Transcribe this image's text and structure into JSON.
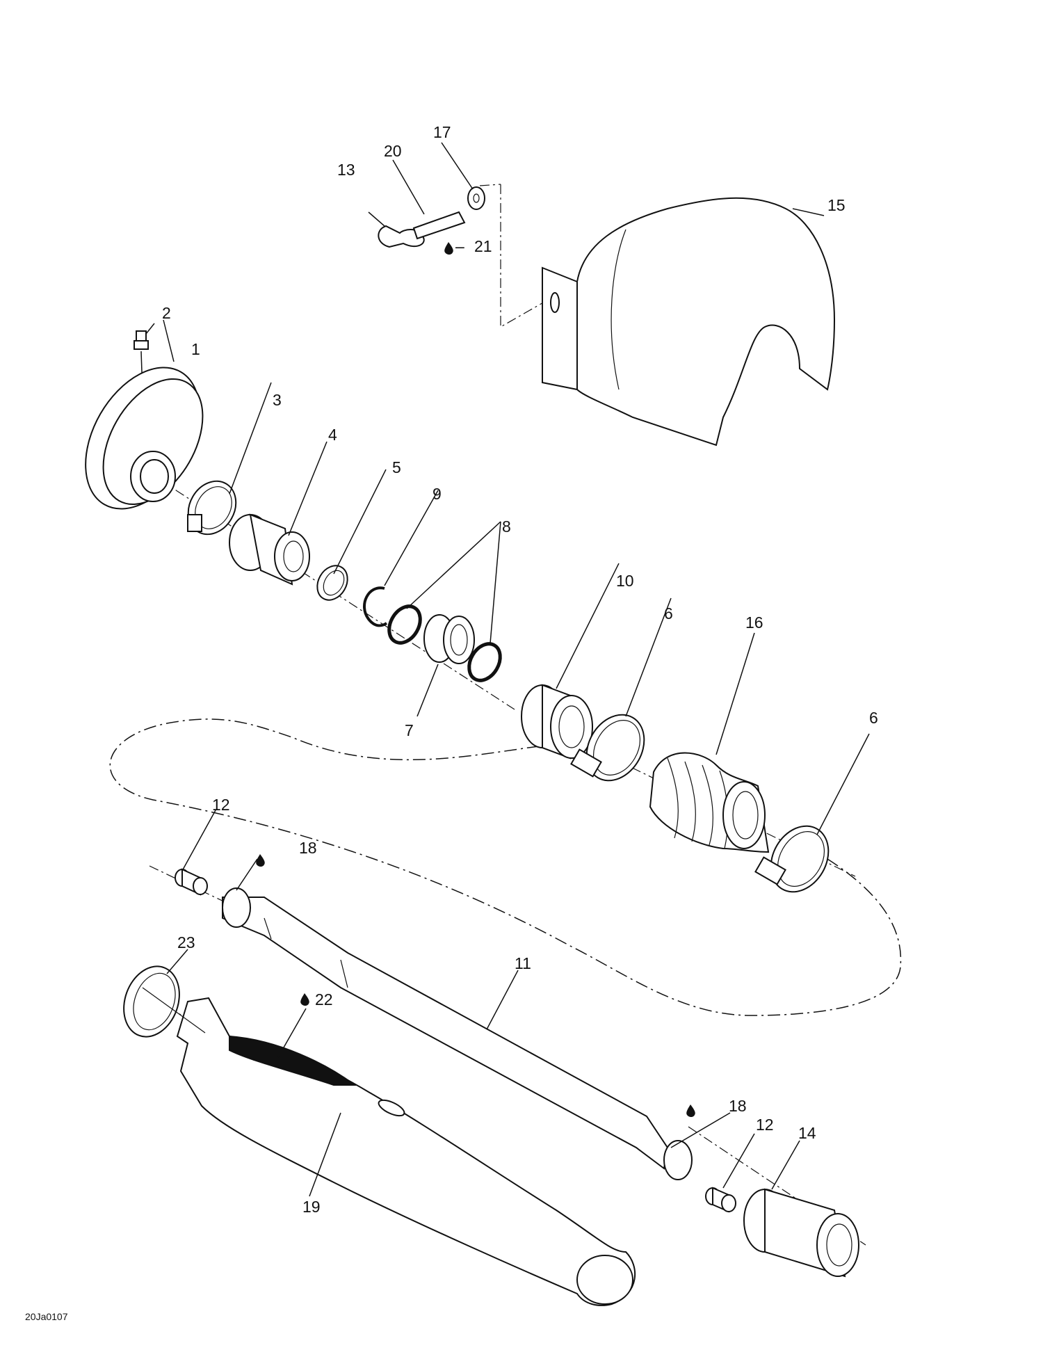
{
  "diagram": {
    "drawing_code": "20Ja0107",
    "callouts": [
      {
        "id": "callout-1",
        "text": "1"
      },
      {
        "id": "callout-2",
        "text": "2"
      },
      {
        "id": "callout-3",
        "text": "3"
      },
      {
        "id": "callout-4",
        "text": "4"
      },
      {
        "id": "callout-5",
        "text": "5"
      },
      {
        "id": "callout-6a",
        "text": "6"
      },
      {
        "id": "callout-6b",
        "text": "6"
      },
      {
        "id": "callout-7",
        "text": "7"
      },
      {
        "id": "callout-8",
        "text": "8"
      },
      {
        "id": "callout-9",
        "text": "9"
      },
      {
        "id": "callout-10",
        "text": "10"
      },
      {
        "id": "callout-11",
        "text": "11"
      },
      {
        "id": "callout-12a",
        "text": "12"
      },
      {
        "id": "callout-12b",
        "text": "12"
      },
      {
        "id": "callout-13",
        "text": "13"
      },
      {
        "id": "callout-14",
        "text": "14"
      },
      {
        "id": "callout-15",
        "text": "15"
      },
      {
        "id": "callout-16",
        "text": "16"
      },
      {
        "id": "callout-17",
        "text": "17"
      },
      {
        "id": "callout-18a",
        "text": "18"
      },
      {
        "id": "callout-18b",
        "text": "18"
      },
      {
        "id": "callout-19",
        "text": "19"
      },
      {
        "id": "callout-20",
        "text": "20"
      },
      {
        "id": "callout-21",
        "text": "21"
      },
      {
        "id": "callout-22",
        "text": "22"
      },
      {
        "id": "callout-23",
        "text": "23"
      }
    ],
    "icons": {
      "lubricant": "oil-drop-icon"
    }
  }
}
